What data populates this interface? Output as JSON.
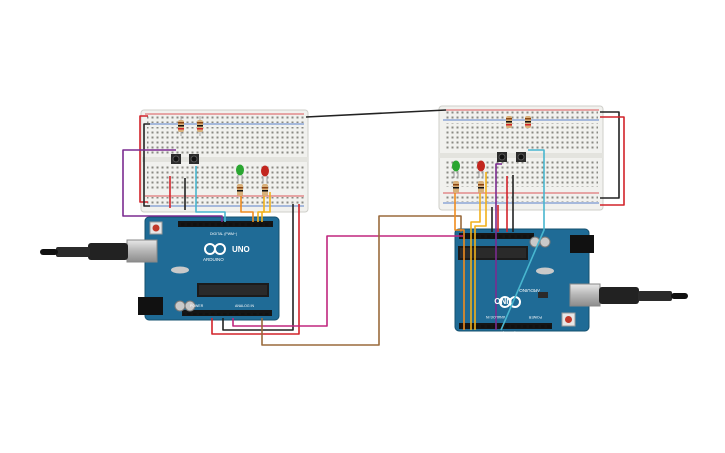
{
  "boards": {
    "left": {
      "logo": "UNO",
      "brand": "ARDUINO",
      "digital_label": "DIGITAL (PWM~)",
      "power_label": "POWER",
      "analog_label": "ANALOG IN"
    },
    "right": {
      "logo": "UNO",
      "brand": "ARDUINO",
      "digital_label": "DIGITAL (PWM~)",
      "power_label": "POWER",
      "analog_label": "ANALOG IN"
    }
  },
  "colors": {
    "wire_red": "#d2232a",
    "wire_black": "#222222",
    "wire_yellow": "#f1b11b",
    "wire_orange": "#f08c1e",
    "wire_purple": "#7b2b90",
    "wire_magenta": "#c0267e",
    "wire_brown": "#9a6a3c",
    "wire_cyan": "#48b6cf",
    "board_blue": "#1f6b96",
    "breadboard": "#f1f1ee",
    "led_green": "#2aa631",
    "led_red": "#c2261f"
  },
  "icons": [
    "usb-cable-icon",
    "led-icon",
    "pushbutton-icon",
    "resistor-icon",
    "arduino-infinity-logo-icon"
  ]
}
